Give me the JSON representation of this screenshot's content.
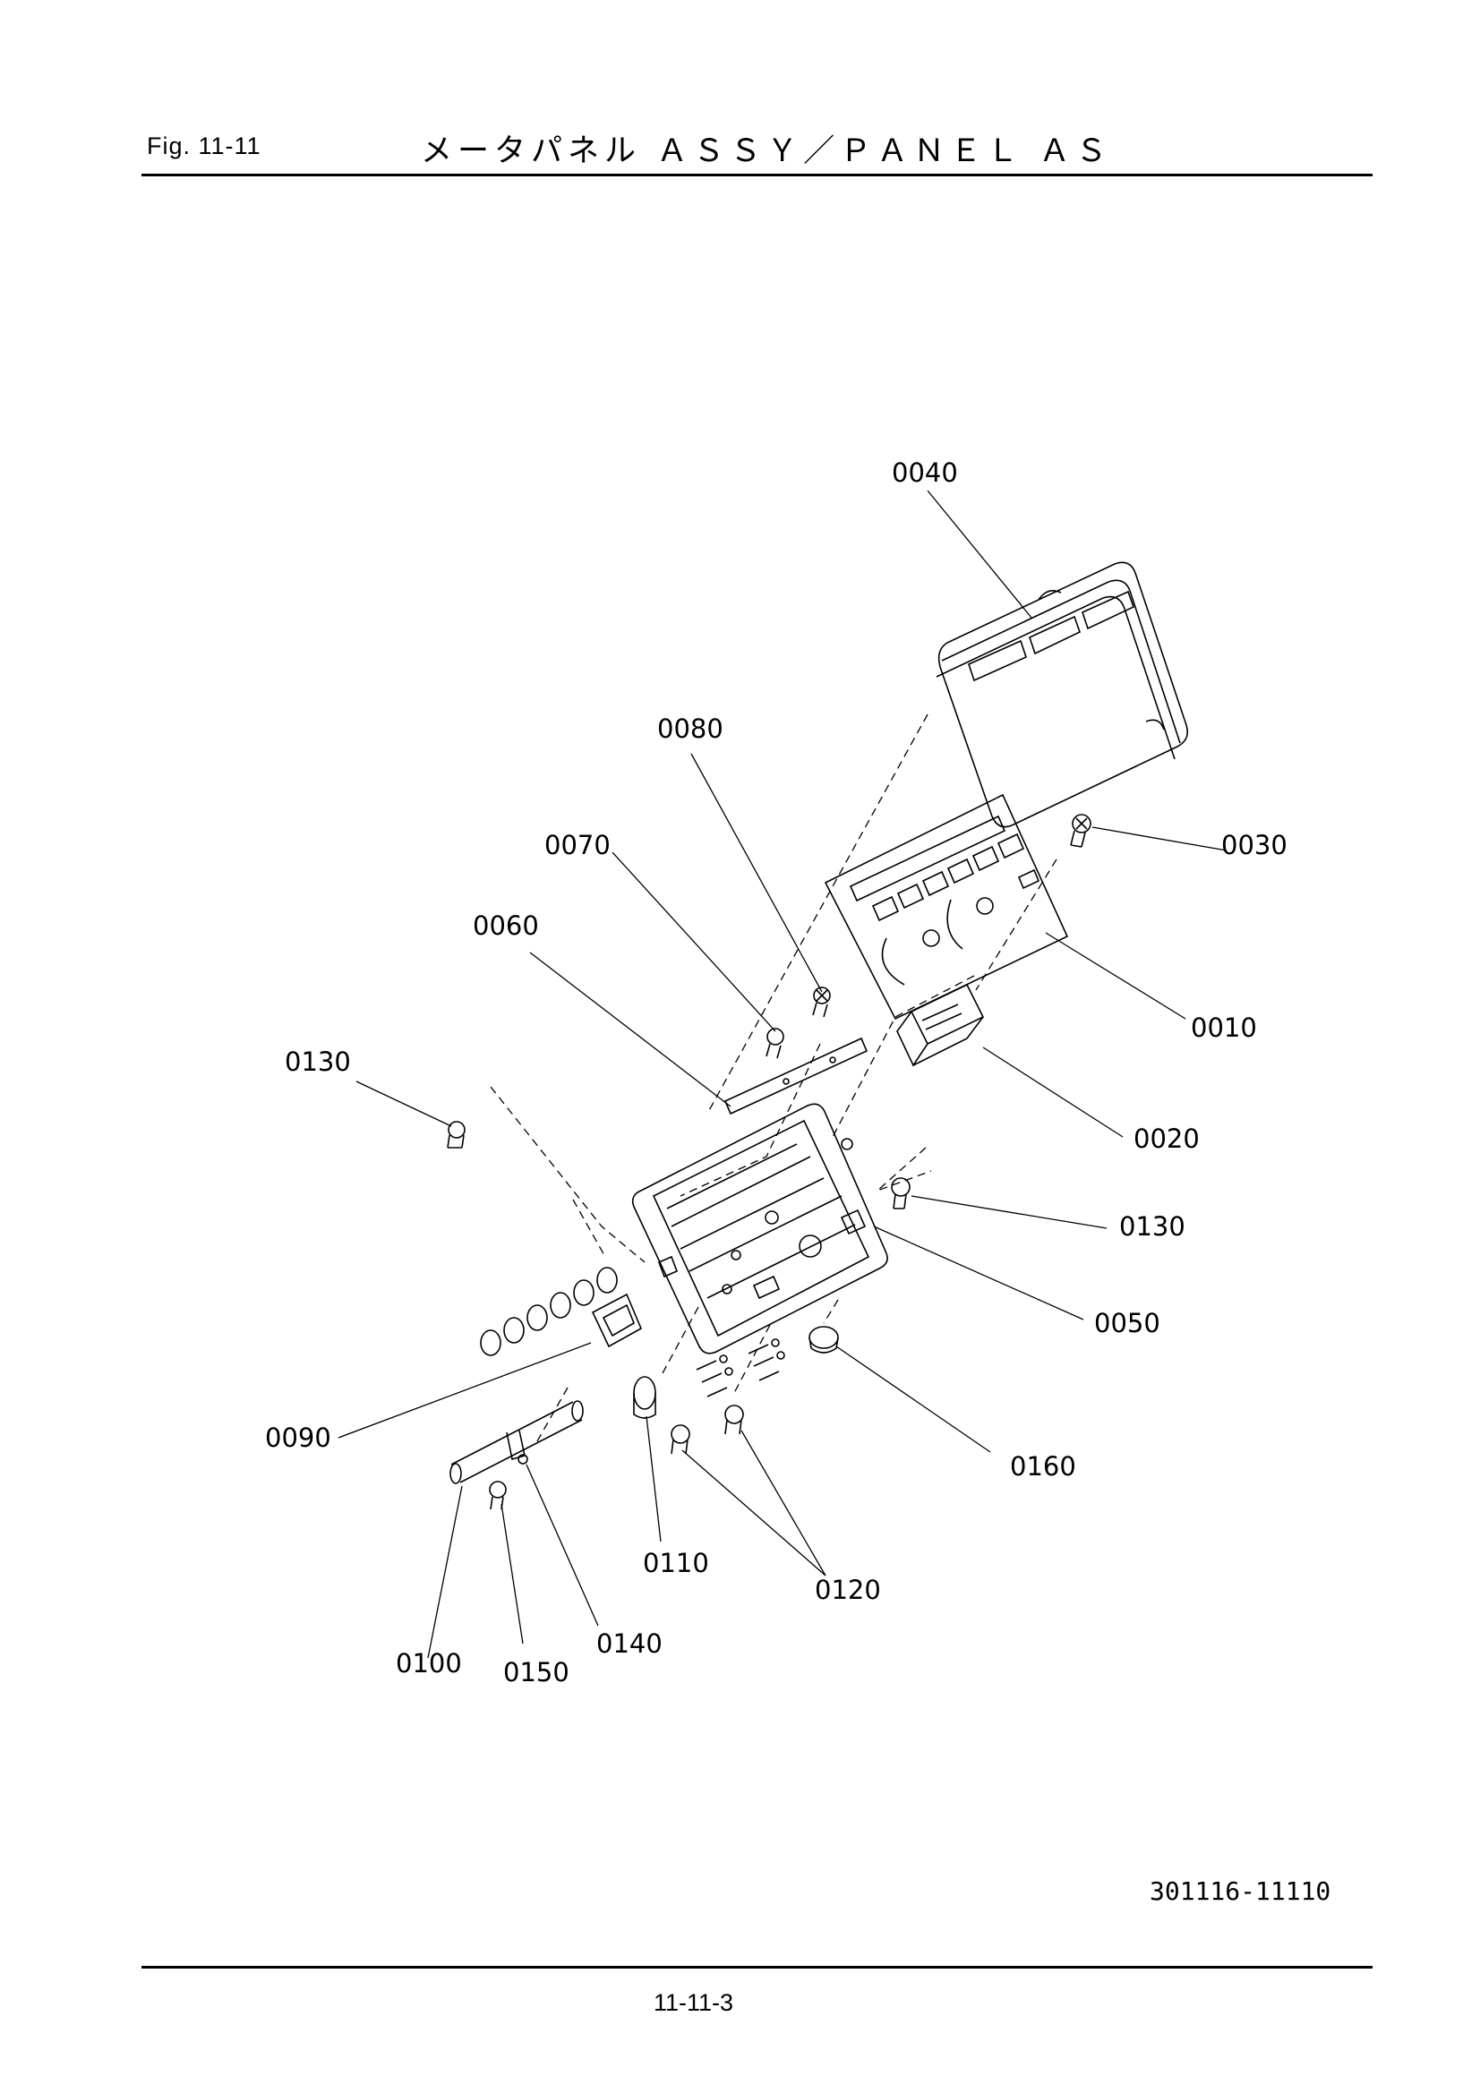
{
  "header": {
    "fig_label": "Fig.  11-11",
    "title": "メータパネル ＡＳＳＹ／ＰＡＮＥＬ ＡＳ"
  },
  "callouts": {
    "c0010": "0010",
    "c0020": "0020",
    "c0030": "0030",
    "c0040": "0040",
    "c0050": "0050",
    "c0060": "0060",
    "c0070": "0070",
    "c0080": "0080",
    "c0090": "0090",
    "c0100": "0100",
    "c0110": "0110",
    "c0120": "0120",
    "c0130a": "0130",
    "c0130b": "0130",
    "c0140": "0140",
    "c0150": "0150",
    "c0160": "0160"
  },
  "footer": {
    "drawing_number": "301116-11110",
    "page_number": "11-11-3"
  }
}
